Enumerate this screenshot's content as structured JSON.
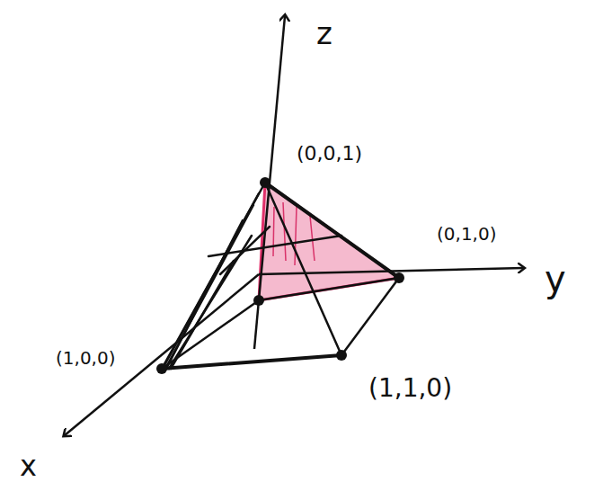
{
  "diagram": {
    "labels": [
      "z",
      "y",
      "x",
      "(0,0,1)",
      "(0,1,0)",
      "(1,0,0)",
      "(1,1,0)"
    ]
  }
}
